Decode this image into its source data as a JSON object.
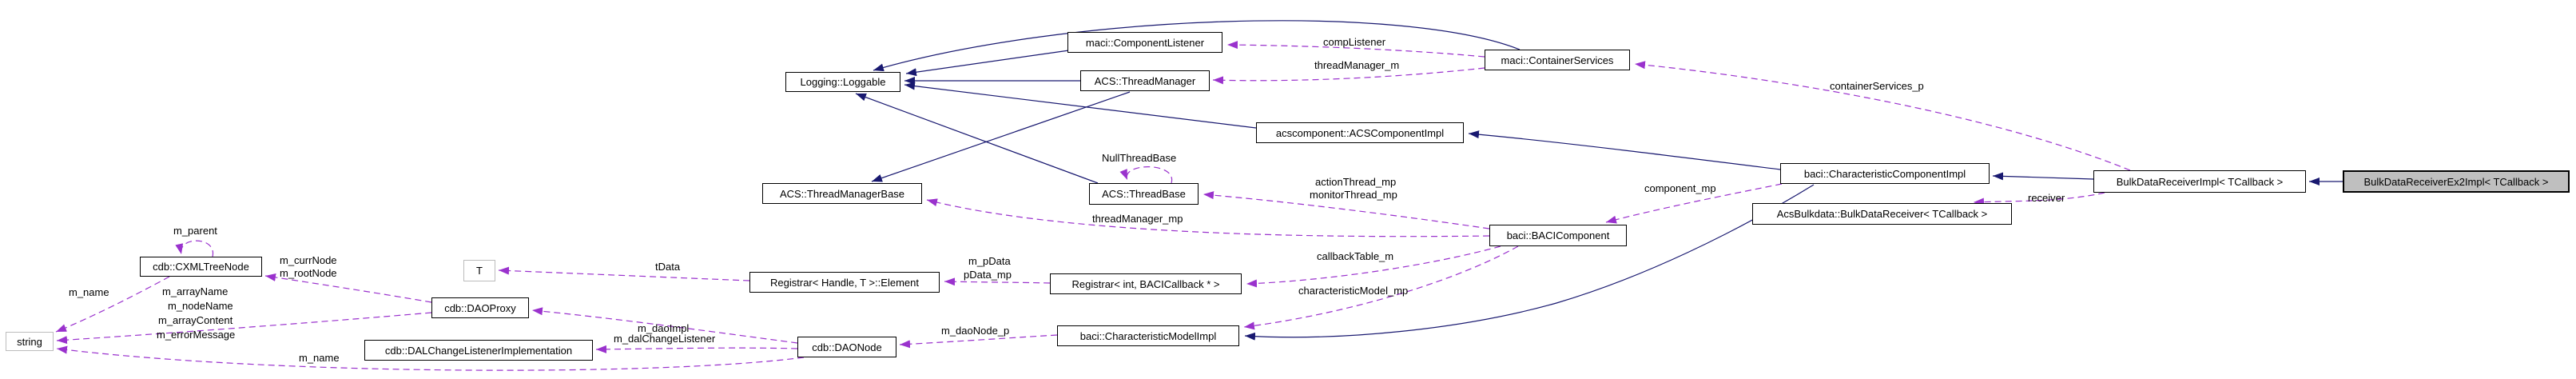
{
  "diagram": {
    "type": "class-collaboration-graph",
    "highlighted_node": "BulkDataReceiverEx2Impl< TCallback >",
    "colors": {
      "background": "#ffffff",
      "inheritance_edge": "#191970",
      "usage_edge": "#9a32cd",
      "node_fill": "#ffffff",
      "node_border": "#000000",
      "external_node_border": "#bcbcbc",
      "highlight_fill": "#bfbfbf",
      "text": "#000000"
    },
    "nodes": {
      "loggable": {
        "label": "Logging::Loggable"
      },
      "component_listener": {
        "label": "maci::ComponentListener"
      },
      "thread_manager": {
        "label": "ACS::ThreadManager"
      },
      "container_services": {
        "label": "maci::ContainerServices"
      },
      "acs_component_impl": {
        "label": "acscomponent::ACSComponentImpl"
      },
      "characteristic_component_impl": {
        "label": "baci::CharacteristicComponentImpl"
      },
      "bulk_data_receiver_impl": {
        "label": "BulkDataReceiverImpl< TCallback >"
      },
      "bulk_data_receiver_ex2_impl": {
        "label": "BulkDataReceiverEx2Impl< TCallback >"
      },
      "thread_manager_base": {
        "label": "ACS::ThreadManagerBase"
      },
      "thread_base": {
        "label": "ACS::ThreadBase"
      },
      "acs_bulkdata_receiver": {
        "label": "AcsBulkdata::BulkDataReceiver< TCallback >"
      },
      "baci_component": {
        "label": "baci::BACIComponent"
      },
      "cxml_tree_node": {
        "label": "cdb::CXMLTreeNode"
      },
      "t": {
        "label": "T"
      },
      "registrar_element": {
        "label": "Registrar< Handle, T >::Element"
      },
      "registrar_int": {
        "label": "Registrar< int, BACICallback * >"
      },
      "dao_proxy": {
        "label": "cdb::DAOProxy"
      },
      "characteristic_model_impl": {
        "label": "baci::CharacteristicModelImpl"
      },
      "dal_change_listener_impl": {
        "label": "cdb::DALChangeListenerImplementation"
      },
      "dao_node": {
        "label": "cdb::DAONode"
      },
      "string": {
        "label": "string"
      }
    },
    "edge_labels": {
      "comp_listener": "compListener",
      "thread_manager_m": "threadManager_m",
      "container_services_p": "containerServices_p",
      "null_thread_base": "NullThreadBase",
      "action_thread_mp": "actionThread_mp",
      "monitor_thread_mp": "monitorThread_mp",
      "component_mp": "component_mp",
      "receiver": "receiver",
      "thread_manager_mp": "threadManager_mp",
      "callback_table_m": "callbackTable_m",
      "m_pdata": "m_pData",
      "pdata_mp": "pData_mp",
      "characteristic_model_mp": "characteristicModel_mp",
      "tdata": "tData",
      "m_curr_node": "m_currNode",
      "m_root_node": "m_rootNode",
      "m_parent": "m_parent",
      "m_name_tree": "m_name",
      "m_array_name": "m_arrayName",
      "m_node_name": "m_nodeName",
      "m_array_content": "m_arrayContent",
      "m_error_message": "m_errorMessage",
      "m_dao_impl": "m_daoImpl",
      "m_dal_change_listener": "m_dalChangeListener",
      "m_dao_node_p": "m_daoNode_p",
      "m_name_dao": "m_name"
    },
    "edges": [
      {
        "from": "maci::ComponentListener",
        "to": "Logging::Loggable",
        "type": "inheritance"
      },
      {
        "from": "ACS::ThreadManager",
        "to": "Logging::Loggable",
        "type": "inheritance"
      },
      {
        "from": "maci::ContainerServices",
        "to": "Logging::Loggable",
        "type": "inheritance"
      },
      {
        "from": "acscomponent::ACSComponentImpl",
        "to": "Logging::Loggable",
        "type": "inheritance"
      },
      {
        "from": "ACS::ThreadBase",
        "to": "Logging::Loggable",
        "type": "inheritance"
      },
      {
        "from": "ACS::ThreadManager",
        "to": "ACS::ThreadManagerBase",
        "type": "inheritance"
      },
      {
        "from": "baci::CharacteristicComponentImpl",
        "to": "acscomponent::ACSComponentImpl",
        "type": "inheritance"
      },
      {
        "from": "BulkDataReceiverImpl< TCallback >",
        "to": "baci::CharacteristicComponentImpl",
        "type": "inheritance"
      },
      {
        "from": "BulkDataReceiverEx2Impl< TCallback >",
        "to": "BulkDataReceiverImpl< TCallback >",
        "type": "inheritance"
      },
      {
        "from": "baci::CharacteristicComponentImpl",
        "to": "baci::CharacteristicModelImpl",
        "type": "inheritance"
      },
      {
        "from": "maci::ContainerServices",
        "to": "maci::ComponentListener",
        "type": "usage",
        "label": "compListener"
      },
      {
        "from": "maci::ContainerServices",
        "to": "ACS::ThreadManager",
        "type": "usage",
        "label": "threadManager_m"
      },
      {
        "from": "BulkDataReceiverImpl< TCallback >",
        "to": "maci::ContainerServices",
        "type": "usage",
        "label": "containerServices_p"
      },
      {
        "from": "ACS::ThreadBase",
        "to": "ACS::ThreadBase",
        "type": "usage",
        "label": "NullThreadBase"
      },
      {
        "from": "baci::BACIComponent",
        "to": "ACS::ThreadBase",
        "type": "usage",
        "label": "actionThread_mp monitorThread_mp"
      },
      {
        "from": "baci::BACIComponent",
        "to": "ACS::ThreadManagerBase",
        "type": "usage",
        "label": "threadManager_mp"
      },
      {
        "from": "baci::BACIComponent",
        "to": "Registrar< int, BACICallback * >",
        "type": "usage",
        "label": "callbackTable_m"
      },
      {
        "from": "baci::BACIComponent",
        "to": "baci::CharacteristicModelImpl",
        "type": "usage",
        "label": "characteristicModel_mp"
      },
      {
        "from": "baci::CharacteristicComponentImpl",
        "to": "baci::BACIComponent",
        "type": "usage",
        "label": "component_mp"
      },
      {
        "from": "BulkDataReceiverImpl< TCallback >",
        "to": "AcsBulkdata::BulkDataReceiver< TCallback >",
        "type": "usage",
        "label": "receiver"
      },
      {
        "from": "Registrar< int, BACICallback * >",
        "to": "Registrar< Handle, T >::Element",
        "type": "usage",
        "label": "m_pData pData_mp"
      },
      {
        "from": "Registrar< Handle, T >::Element",
        "to": "T",
        "type": "usage",
        "label": "tData"
      },
      {
        "from": "cdb::DAOProxy",
        "to": "cdb::CXMLTreeNode",
        "type": "usage",
        "label": "m_currNode m_rootNode"
      },
      {
        "from": "cdb::DAOProxy",
        "to": "string",
        "type": "usage",
        "label": "m_arrayName m_nodeName m_arrayContent m_errorMessage"
      },
      {
        "from": "cdb::CXMLTreeNode",
        "to": "string",
        "type": "usage",
        "label": "m_name"
      },
      {
        "from": "cdb::CXMLTreeNode",
        "to": "cdb::CXMLTreeNode",
        "type": "usage",
        "label": "m_parent"
      },
      {
        "from": "cdb::DAONode",
        "to": "cdb::DALChangeListenerImplementation",
        "type": "usage",
        "label": "m_dalChangeListener"
      },
      {
        "from": "cdb::DAONode",
        "to": "cdb::DAOProxy",
        "type": "usage",
        "label": "m_daoImpl"
      },
      {
        "from": "baci::CharacteristicModelImpl",
        "to": "cdb::DAONode",
        "type": "usage",
        "label": "m_daoNode_p"
      },
      {
        "from": "cdb::DAONode",
        "to": "string",
        "type": "usage",
        "label": "m_name"
      }
    ]
  }
}
